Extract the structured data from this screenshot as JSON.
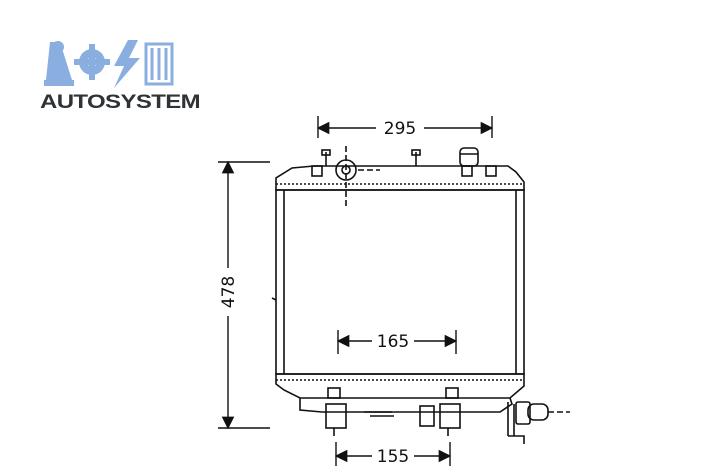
{
  "logo": {
    "brand_text": "AUTOSYSTEM",
    "icons": [
      "mechanic-icon",
      "gear-icon",
      "lightning-icon",
      "radiator-icon"
    ],
    "colors": {
      "blue": "#8aaee0",
      "dark": "#2f3336"
    }
  },
  "dimensions": {
    "top_width": "295",
    "height": "478",
    "core_mid": "165",
    "bottom_outlets": "155"
  },
  "colors": {
    "line": "#111111",
    "background": "#ffffff"
  }
}
